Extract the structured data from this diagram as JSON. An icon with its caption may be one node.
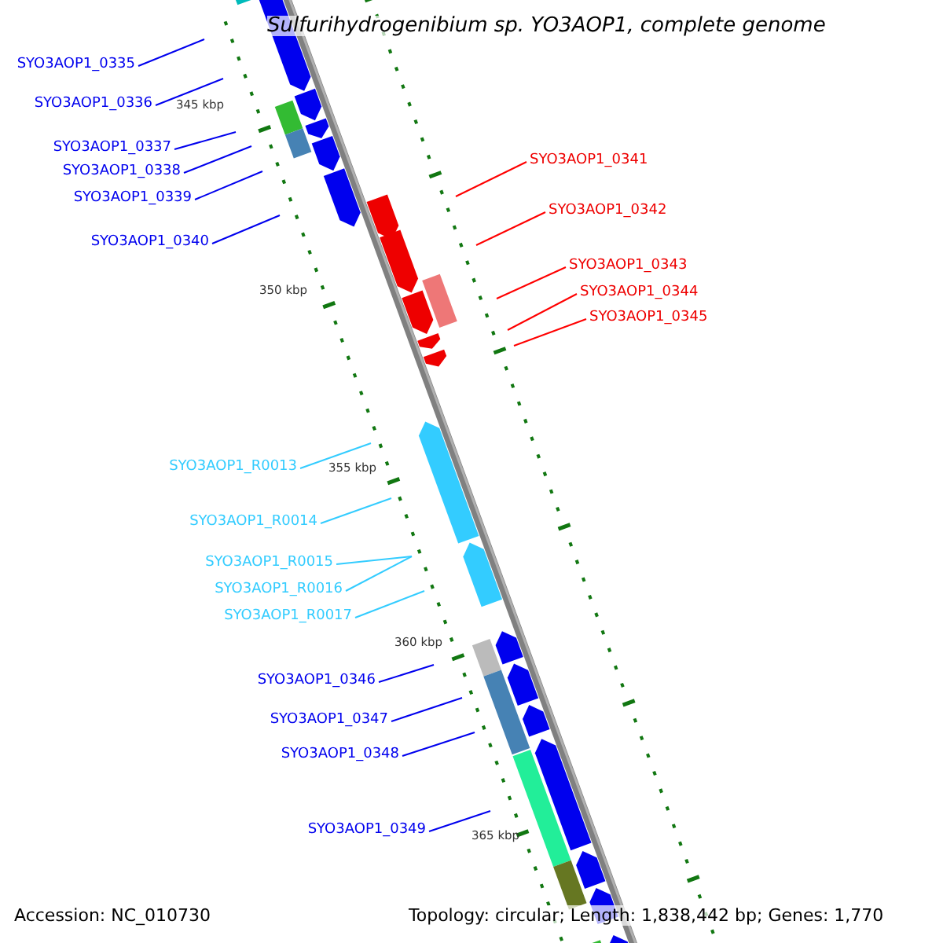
{
  "diagram": {
    "title": "Sulfurihydrogenibium sp. YO3AOP1, complete genome",
    "nodes": [
      {
        "text": [
          "SYO3AOP1_0335"
        ]
      },
      {
        "text": [
          "SYO3AOP1_0336"
        ]
      },
      {
        "text": [
          "SYO3AOP1_0337"
        ]
      },
      {
        "text": [
          "SYO3AOP1_0338"
        ]
      },
      {
        "text": [
          "SYO3AOP1_0339"
        ]
      },
      {
        "text": [
          "SYO3AOP1_0340"
        ]
      },
      {
        "text": [
          "SYO3AOP1_0341"
        ]
      },
      {
        "text": [
          "SYO3AOP1_0342"
        ]
      },
      {
        "text": [
          "SYO3AOP1_0343"
        ]
      },
      {
        "text": [
          "SYO3AOP1_0344"
        ]
      },
      {
        "text": [
          "SYO3AOP1_0345"
        ]
      },
      {
        "text": [
          "SYO3AOP1_R0013"
        ]
      },
      {
        "text": [
          "SYO3AOP1_R0014"
        ]
      },
      {
        "text": [
          "SYO3AOP1_R0015"
        ]
      },
      {
        "text": [
          "SYO3AOP1_R0016"
        ]
      },
      {
        "text": [
          "SYO3AOP1_R0017"
        ]
      },
      {
        "text": [
          "SYO3AOP1_0346"
        ]
      },
      {
        "text": [
          "SYO3AOP1_0347"
        ]
      },
      {
        "text": [
          "SYO3AOP1_0348"
        ]
      },
      {
        "text": [
          "SYO3AOP1_0349"
        ]
      }
    ],
    "edges": [
      {
        "from": 0,
        "to": null,
        "arrow": "none"
      },
      {
        "from": 1,
        "to": null,
        "arrow": "none"
      },
      {
        "from": 2,
        "to": null,
        "arrow": "none"
      },
      {
        "from": 3,
        "to": null,
        "arrow": "none"
      },
      {
        "from": 4,
        "to": null,
        "arrow": "none"
      },
      {
        "from": 5,
        "to": null,
        "arrow": "none"
      },
      {
        "from": 6,
        "to": null,
        "arrow": "none",
        "color": "#ff0000"
      },
      {
        "from": 7,
        "to": null,
        "arrow": "none",
        "color": "#ff0000"
      },
      {
        "from": 8,
        "to": null,
        "arrow": "none",
        "color": "#ff0000"
      },
      {
        "from": 9,
        "to": null,
        "arrow": "none",
        "color": "#ff0000"
      },
      {
        "from": 10,
        "to": null,
        "arrow": "none",
        "color": "#ff0000"
      },
      {
        "from": 11,
        "to": null,
        "arrow": "none",
        "color": "#33ccff"
      },
      {
        "from": 12,
        "to": null,
        "arrow": "none",
        "color": "#33ccff"
      },
      {
        "from": 13,
        "to": null,
        "arrow": "none",
        "color": "#33ccff"
      },
      {
        "from": 14,
        "to": null,
        "arrow": "none",
        "color": "#33ccff"
      },
      {
        "from": 15,
        "to": null,
        "arrow": "none",
        "color": "#33ccff"
      },
      {
        "from": 16,
        "to": null,
        "arrow": "none"
      },
      {
        "from": 17,
        "to": null,
        "arrow": "none"
      },
      {
        "from": 18,
        "to": null,
        "arrow": "none"
      },
      {
        "from": 19,
        "to": null,
        "arrow": "none"
      }
    ],
    "labels": [
      "345 kbp",
      "350 kbp",
      "355 kbp",
      "360 kbp",
      "365 kbp",
      "Accession: NC_010730",
      "Topology: circular; Length: 1,838,442 bp; Genes: 1,770"
    ]
  }
}
